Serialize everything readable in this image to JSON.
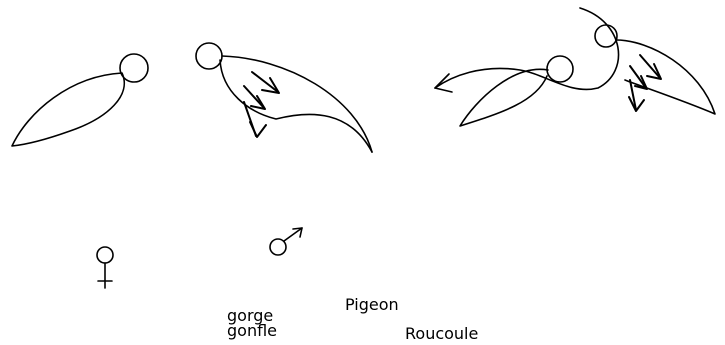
{
  "labels": {
    "gorge": "gorge",
    "gonfle": "gonfle",
    "pigeon": "Pigeon",
    "roucoule": "Roucoule"
  },
  "symbols": {
    "female": "female-symbol",
    "male": "male-symbol"
  },
  "colors": {
    "stroke": "#000000",
    "background": "#ffffff"
  }
}
